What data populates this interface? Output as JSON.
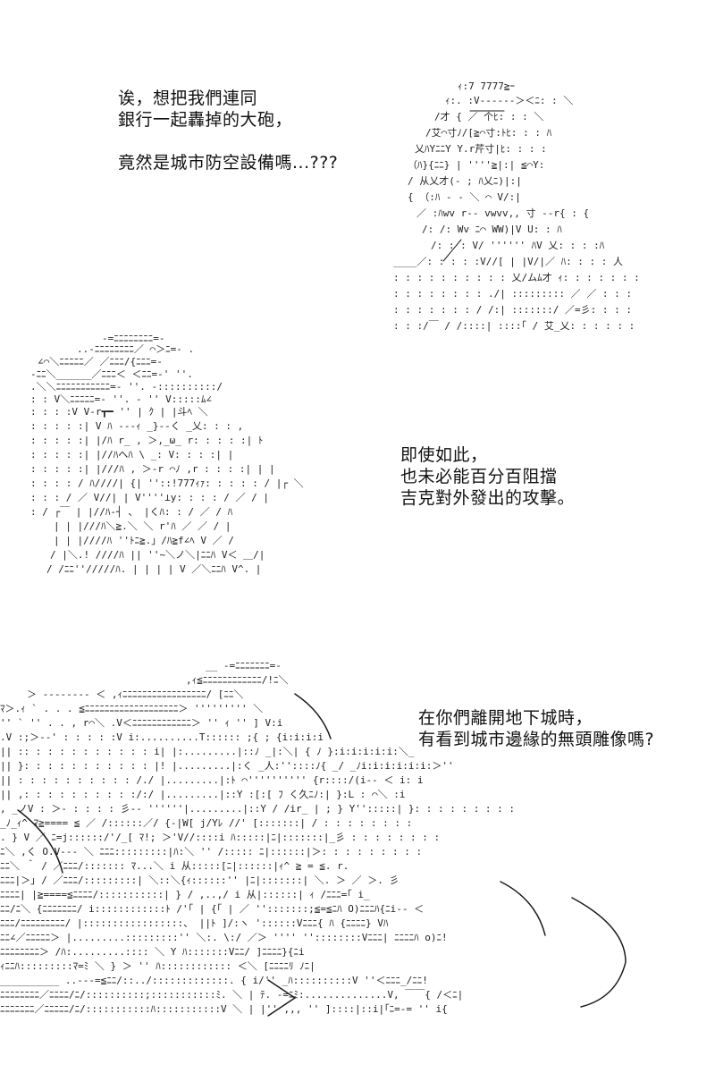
{
  "captions": {
    "first": {
      "line1": "诶，想把我們連同",
      "line2": "銀行一起轟掉的大砲，",
      "line3": "竟然是城市防空設備嗎...???"
    },
    "second": {
      "line1": "即使如此，",
      "line2": "也未必能百分百阻擋",
      "line3": "吉克對外發出的攻擊。"
    },
    "third": {
      "line1": "在你們離開地下城時，",
      "line2": "有看到城市邊緣的無頭雕像嗎?"
    }
  },
  "colors": {
    "background": "#ffffff",
    "text": "#111111",
    "art": "#222222"
  }
}
